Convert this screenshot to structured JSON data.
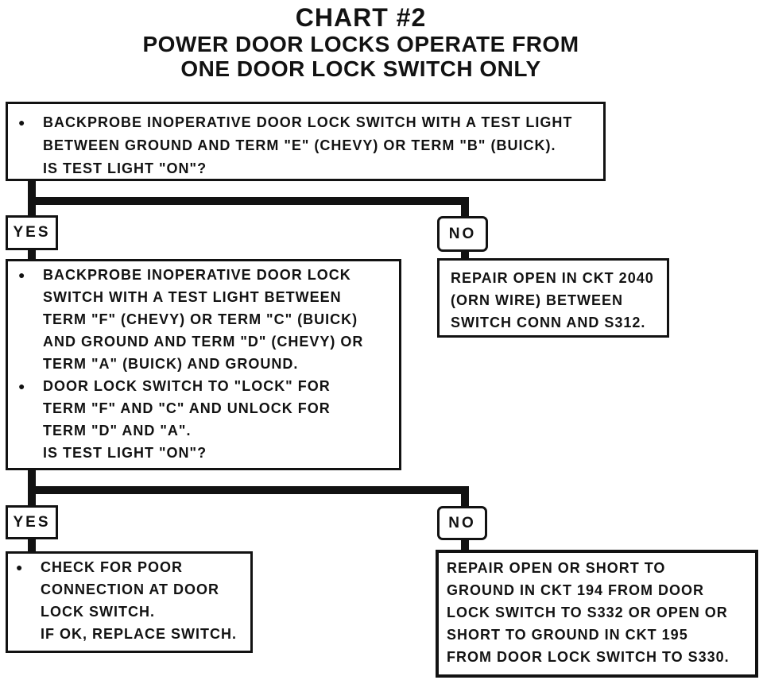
{
  "colors": {
    "ink": "#121212",
    "paper": "#ffffff"
  },
  "icons": {
    "bullet": "●"
  },
  "title": {
    "line1": "CHART #2",
    "line2": "POWER DOOR LOCKS OPERATE FROM",
    "line3": "ONE DOOR LOCK SWITCH ONLY"
  },
  "labels": {
    "yes": "YES",
    "no": "NO"
  },
  "boxes": {
    "q1": {
      "items": [
        {
          "text": "BACKPROBE INOPERATIVE DOOR LOCK SWITCH WITH A TEST LIGHT\nBETWEEN GROUND AND TERM \"E\" (CHEVY) OR TERM \"B\" (BUICK).\nIS TEST LIGHT \"ON\"?"
        }
      ]
    },
    "q2": {
      "items": [
        {
          "text": "BACKPROBE INOPERATIVE DOOR LOCK\nSWITCH WITH A TEST LIGHT BETWEEN\nTERM \"F\" (CHEVY) OR TERM \"C\" (BUICK)\nAND GROUND AND TERM \"D\" (CHEVY) OR\nTERM \"A\" (BUICK) AND GROUND."
        },
        {
          "text": "DOOR LOCK SWITCH TO \"LOCK\" FOR\nTERM \"F\" AND \"C\" AND UNLOCK FOR\nTERM \"D\" AND \"A\".\nIS TEST LIGHT \"ON\"?"
        }
      ]
    },
    "no1_result": {
      "text": "REPAIR OPEN IN CKT 2040\n(ORN WIRE) BETWEEN\nSWITCH CONN AND S312."
    },
    "yes2_result": {
      "items": [
        {
          "text": "CHECK FOR POOR\nCONNECTION AT DOOR\nLOCK SWITCH.\nIF OK, REPLACE SWITCH."
        }
      ]
    },
    "no2_result": {
      "text": "REPAIR OPEN OR SHORT TO\nGROUND IN CKT 194 FROM DOOR\nLOCK SWITCH TO S332 OR OPEN OR\nSHORT TO GROUND IN CKT 195\nFROM DOOR LOCK SWITCH TO S330."
    }
  }
}
